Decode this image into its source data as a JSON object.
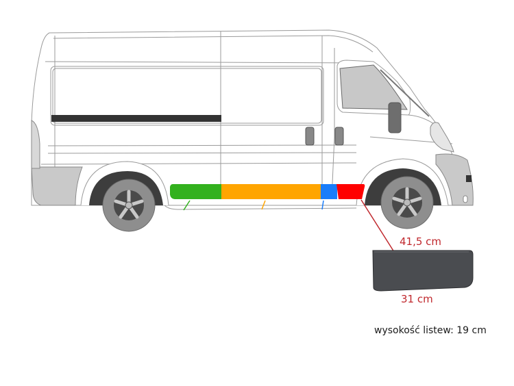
{
  "diagram": {
    "subject": "side view of delivery van with marked lower side trim strips",
    "colors": {
      "body_outline": "#9a9a9a",
      "body_fill": "#ffffff",
      "bumper_grey": "#c9c9c9",
      "tire": "#8e8e8e",
      "wheelarch_dark": "#3d3d3d",
      "glass": "#c8c8c8",
      "side_stripe": "#333333",
      "leader_line": "#c0282d",
      "part_fill": "#4a4c50"
    },
    "trim_segments": [
      {
        "id": "green",
        "color": "#33b11e"
      },
      {
        "id": "orange",
        "color": "#ffa500"
      },
      {
        "id": "blue",
        "color": "#1a7dfa"
      },
      {
        "id": "red",
        "color": "#ff0000"
      }
    ],
    "highlighted_part": {
      "segment": "red",
      "top_width_label": "41,5 cm",
      "bottom_width_label": "31 cm"
    },
    "footnote": "wysokość listew: 19 cm"
  }
}
